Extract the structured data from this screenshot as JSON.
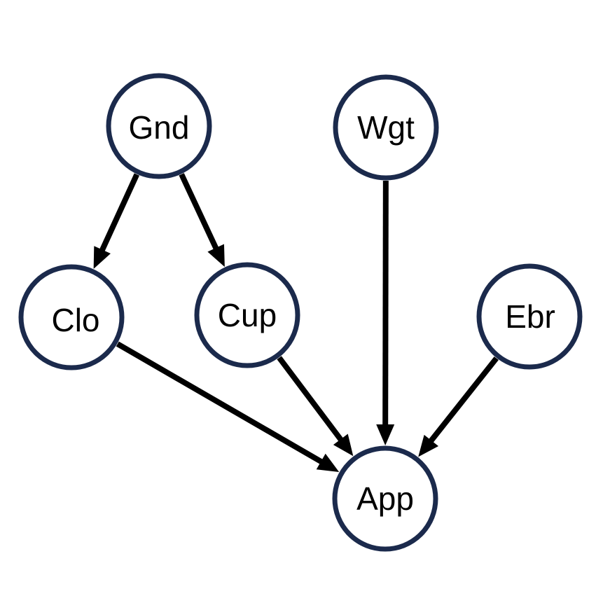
{
  "diagram": {
    "type": "directed-graph",
    "colors": {
      "node_border": "#1b2a4c",
      "node_fill": "#ffffff",
      "edge": "#000000",
      "text": "#000000"
    },
    "nodes": {
      "gnd": {
        "label": "Gnd"
      },
      "wgt": {
        "label": "Wgt"
      },
      "clo": {
        "label": "Clo"
      },
      "cup": {
        "label": "Cup"
      },
      "ebr": {
        "label": "Ebr"
      },
      "app": {
        "label": "App"
      }
    },
    "edges": [
      {
        "from": "Gnd",
        "to": "Clo"
      },
      {
        "from": "Gnd",
        "to": "Cup"
      },
      {
        "from": "Clo",
        "to": "App"
      },
      {
        "from": "Cup",
        "to": "App"
      },
      {
        "from": "Wgt",
        "to": "App"
      },
      {
        "from": "Ebr",
        "to": "App"
      }
    ]
  }
}
